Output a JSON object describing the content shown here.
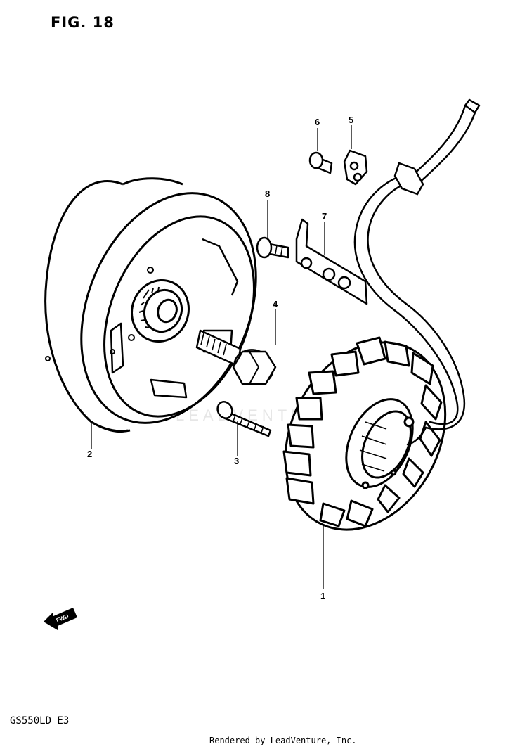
{
  "figure": {
    "title": "FIG. 18"
  },
  "footer": {
    "model": "GS550LD  E3",
    "credit": "Rendered by LeadVenture, Inc."
  },
  "direction_marker": {
    "label": "FWD"
  },
  "watermark": {
    "text": "LEADVENTURE"
  },
  "parts": [
    {
      "number": "1",
      "component": "stator"
    },
    {
      "number": "2",
      "component": "rotor"
    },
    {
      "number": "3",
      "component": "screw"
    },
    {
      "number": "4",
      "component": "rotor-bolt"
    },
    {
      "number": "5",
      "component": "clamp"
    },
    {
      "number": "6",
      "component": "screw"
    },
    {
      "number": "7",
      "component": "plate"
    },
    {
      "number": "8",
      "component": "screw"
    }
  ]
}
